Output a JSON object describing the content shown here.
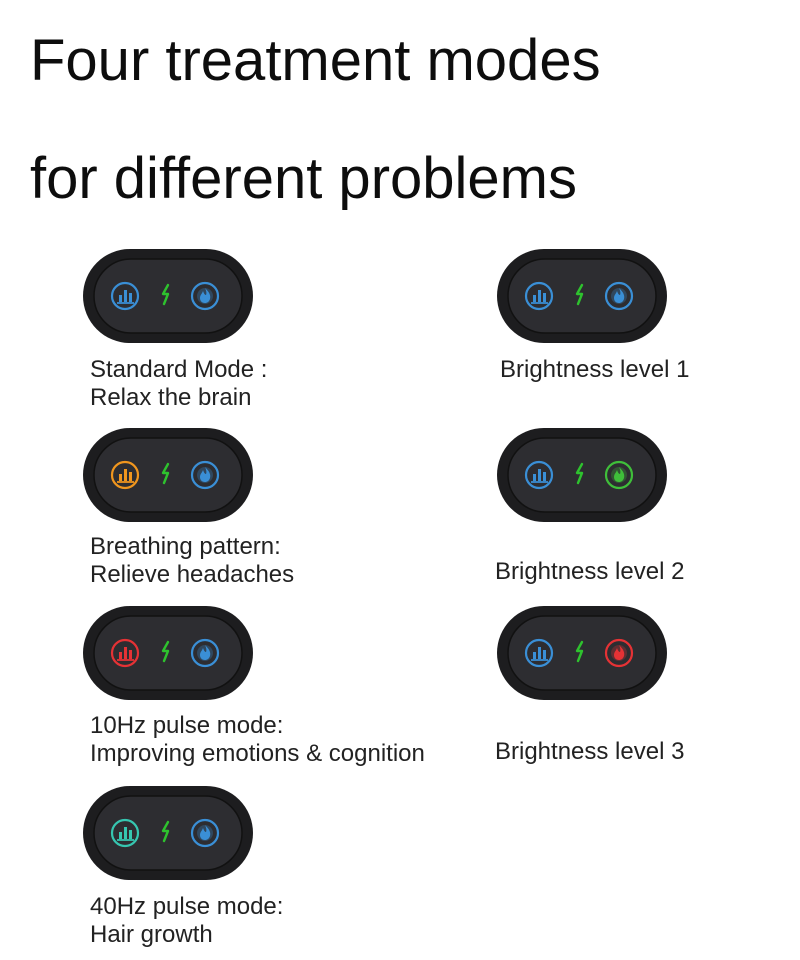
{
  "title": {
    "line1": "Four treatment modes",
    "line2": "for different problems"
  },
  "modes": [
    {
      "name": "Standard Mode :",
      "benefit": "Relax the brain",
      "mode_icon_color": "#3a8fd6",
      "fire_icon_color": "#3a8fd6"
    },
    {
      "name": "Breathing pattern:",
      "benefit": "Relieve headaches",
      "mode_icon_color": "#f0961e",
      "fire_icon_color": "#3a8fd6"
    },
    {
      "name": "10Hz pulse mode:",
      "benefit": "Improving emotions & cognition",
      "mode_icon_color": "#e53235",
      "fire_icon_color": "#3a8fd6"
    },
    {
      "name": "40Hz pulse mode:",
      "benefit": "Hair growth",
      "mode_icon_color": "#36c6b0",
      "fire_icon_color": "#3a8fd6"
    }
  ],
  "brightness": [
    {
      "label": "Brightness level 1",
      "mode_icon_color": "#3a8fd6",
      "fire_icon_color": "#3a8fd6"
    },
    {
      "label": "Brightness level 2",
      "mode_icon_color": "#3a8fd6",
      "fire_icon_color": "#3fbf3a"
    },
    {
      "label": "Brightness level 3",
      "mode_icon_color": "#3a8fd6",
      "fire_icon_color": "#e53235"
    }
  ],
  "center_indicator_color": "#2ec22e"
}
